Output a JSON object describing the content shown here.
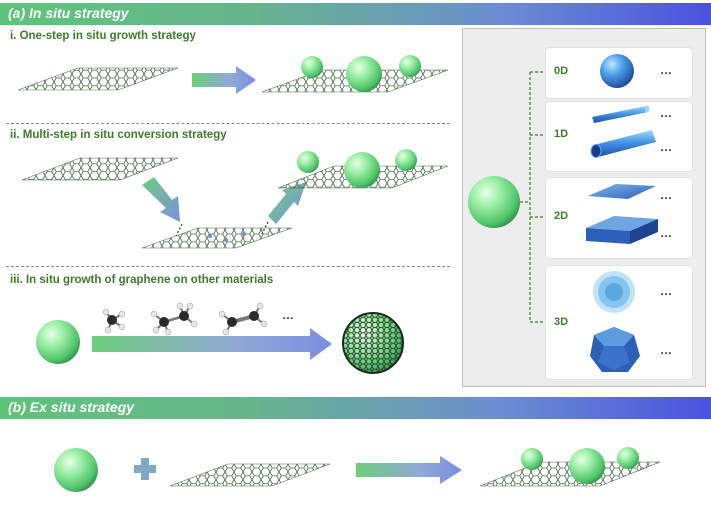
{
  "sections": {
    "a_title": "(a) In situ strategy",
    "b_title": "(b) Ex situ strategy"
  },
  "steps": {
    "i": "i. One-step in situ growth strategy",
    "ii": "ii. Multi-step in situ conversion strategy",
    "iii": "iii. In situ growth of graphene on other materials"
  },
  "dimensions": [
    "0D",
    "1D",
    "2D",
    "3D"
  ],
  "ellipsis": "…",
  "colors": {
    "banner_start": "#5ec47a",
    "banner_end": "#4a52e0",
    "step_text": "#3e7c2c",
    "sphere": "#6fdc8c",
    "blue_material": "#3b63c0",
    "graphene": "#4d6b4d"
  }
}
